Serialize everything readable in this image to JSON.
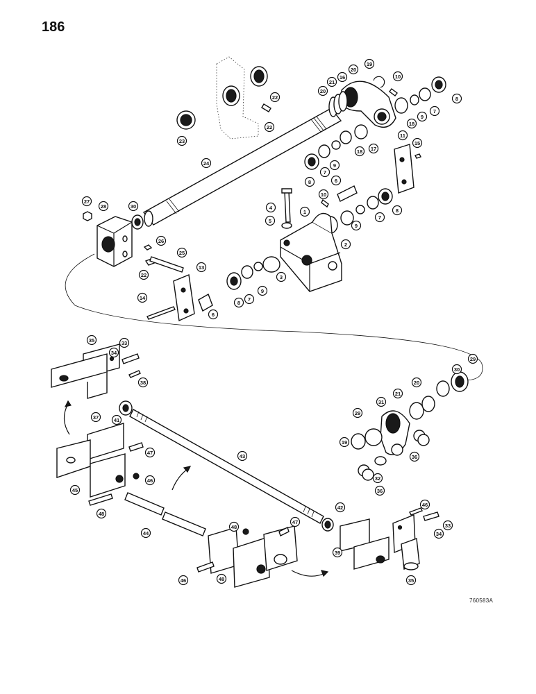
{
  "page": {
    "number": "186",
    "figure_code": "760583A"
  },
  "callouts": [
    {
      "label": "22"
    },
    {
      "label": "23"
    },
    {
      "label": "22"
    },
    {
      "label": "24"
    },
    {
      "label": "21"
    },
    {
      "label": "16"
    },
    {
      "label": "20"
    },
    {
      "label": "19"
    },
    {
      "label": "20"
    },
    {
      "label": "10"
    },
    {
      "label": "8"
    },
    {
      "label": "7"
    },
    {
      "label": "9"
    },
    {
      "label": "18"
    },
    {
      "label": "18"
    },
    {
      "label": "17"
    },
    {
      "label": "9"
    },
    {
      "label": "7"
    },
    {
      "label": "8"
    },
    {
      "label": "11"
    },
    {
      "label": "15"
    },
    {
      "label": "6"
    },
    {
      "label": "10"
    },
    {
      "label": "8"
    },
    {
      "label": "7"
    },
    {
      "label": "9"
    },
    {
      "label": "2"
    },
    {
      "label": "1"
    },
    {
      "label": "4"
    },
    {
      "label": "5"
    },
    {
      "label": "27"
    },
    {
      "label": "28"
    },
    {
      "label": "30"
    },
    {
      "label": "26"
    },
    {
      "label": "25"
    },
    {
      "label": "22"
    },
    {
      "label": "13"
    },
    {
      "label": "3"
    },
    {
      "label": "9"
    },
    {
      "label": "7"
    },
    {
      "label": "8"
    },
    {
      "label": "14"
    },
    {
      "label": "6"
    },
    {
      "label": "35"
    },
    {
      "label": "33"
    },
    {
      "label": "34"
    },
    {
      "label": "38"
    },
    {
      "label": "37"
    },
    {
      "label": "41"
    },
    {
      "label": "47"
    },
    {
      "label": "46"
    },
    {
      "label": "45"
    },
    {
      "label": "48"
    },
    {
      "label": "44"
    },
    {
      "label": "43"
    },
    {
      "label": "29"
    },
    {
      "label": "30"
    },
    {
      "label": "20"
    },
    {
      "label": "21"
    },
    {
      "label": "31"
    },
    {
      "label": "29"
    },
    {
      "label": "19"
    },
    {
      "label": "36"
    },
    {
      "label": "32"
    },
    {
      "label": "36"
    },
    {
      "label": "42"
    },
    {
      "label": "46"
    },
    {
      "label": "33"
    },
    {
      "label": "34"
    },
    {
      "label": "35"
    },
    {
      "label": "39"
    },
    {
      "label": "47"
    },
    {
      "label": "48"
    },
    {
      "label": "46"
    },
    {
      "label": "48"
    }
  ]
}
